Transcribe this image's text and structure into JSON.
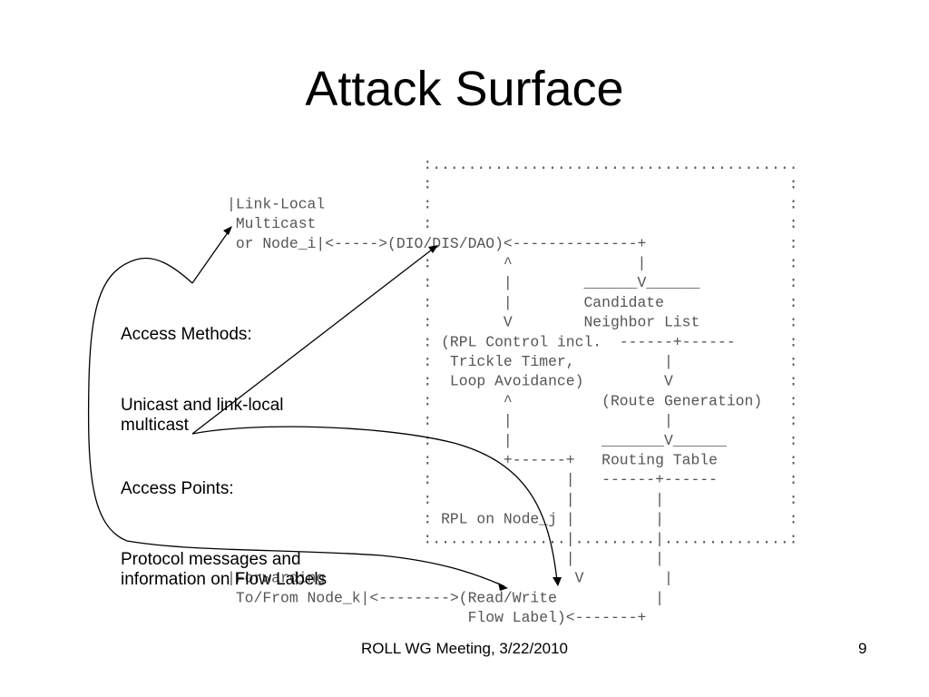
{
  "slide": {
    "title": "Attack Surface",
    "footer": "ROLL WG Meeting, 3/22/2010",
    "page_number": "9"
  },
  "callouts": {
    "access_methods_heading": "Access Methods:",
    "access_methods_body": "Unicast and link-local\nmulticast",
    "access_points_heading": "Access Points:",
    "access_points_body": "Protocol messages and\ninformation on Flow Labels"
  },
  "diagram": {
    "lines": [
      "                      :.........................................",
      "                      :                                        :",
      "|Link-Local           :                                        :",
      " Multicast            :                                        :",
      " or Node_i|<----->(DIO/DIS/DAO)<--------------+                :",
      "                      :        ^              |                :",
      "                      :        |        ______V______          :",
      "                      :        |        Candidate              :",
      "                      :        V        Neighbor List          :",
      "                      : (RPL Control incl.  ------+------      :",
      "                      :  Trickle Timer,          |             :",
      "                      :  Loop Avoidance)         V             :",
      "                      :        ^          (Route Generation)   :",
      "                      :        |                 |             :",
      "                      :        |          _______V______       :",
      "                      :        +------+   Routing Table        :",
      "                      :               |   ------+------        :",
      "                      :               |         |              :",
      "                      : RPL on Node_j |         |              :",
      "                      :...............|.........|..............:",
      "                                      |         |",
      "|Forwarding                            V         |",
      " To/From Node_k|<-------->(Read/Write           |",
      "                           Flow Label)<-------+"
    ]
  }
}
